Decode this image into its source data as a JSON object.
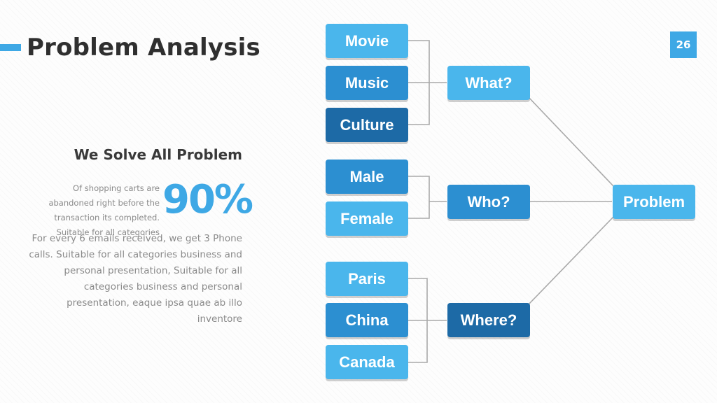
{
  "title": "Problem Analysis",
  "page_number": "26",
  "left": {
    "subtitle": "We Solve All Problem",
    "stat_description": "Of shopping carts are abandoned right before the transaction its completed. Suitable for all categories",
    "stat_value": "90%",
    "body": "For every 6 emails received, we get 3 Phone calls. Suitable for all categories business and personal presentation, Suitable for all categories business and personal presentation, eaque ipsa quae ab illo inventore"
  },
  "diagram": {
    "root": "Problem",
    "groups": [
      {
        "label": "What?",
        "items": [
          "Movie",
          "Music",
          "Culture"
        ]
      },
      {
        "label": "Who?",
        "items": [
          "Male",
          "Female"
        ]
      },
      {
        "label": "Where?",
        "items": [
          "Paris",
          "China",
          "Canada"
        ]
      }
    ]
  },
  "colors": {
    "accent": "#3ea8e5",
    "light_blue": "#4ab6ec",
    "mid_blue": "#2c8fd1",
    "dark_blue": "#1d6aa6",
    "line": "#a9a9a9"
  }
}
